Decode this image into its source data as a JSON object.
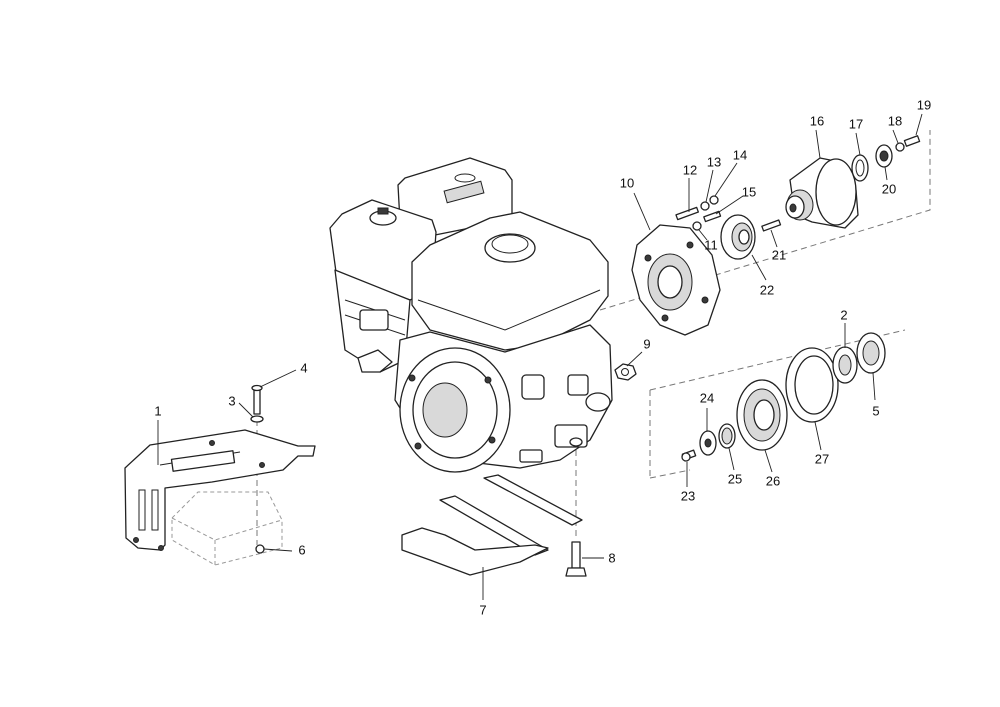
{
  "callouts": [
    {
      "id": "c1",
      "text": "1"
    },
    {
      "id": "c2",
      "text": "2"
    },
    {
      "id": "c3",
      "text": "3"
    },
    {
      "id": "c4",
      "text": "4"
    },
    {
      "id": "c5",
      "text": "5"
    },
    {
      "id": "c6",
      "text": "6"
    },
    {
      "id": "c7",
      "text": "7"
    },
    {
      "id": "c8",
      "text": "8"
    },
    {
      "id": "c9",
      "text": "9"
    },
    {
      "id": "c10",
      "text": "10"
    },
    {
      "id": "c11",
      "text": "11"
    },
    {
      "id": "c12",
      "text": "12"
    },
    {
      "id": "c13",
      "text": "13"
    },
    {
      "id": "c14",
      "text": "14"
    },
    {
      "id": "c15",
      "text": "15"
    },
    {
      "id": "c16",
      "text": "16"
    },
    {
      "id": "c17",
      "text": "17"
    },
    {
      "id": "c18",
      "text": "18"
    },
    {
      "id": "c19",
      "text": "19"
    },
    {
      "id": "c20",
      "text": "20"
    },
    {
      "id": "c21",
      "text": "21"
    },
    {
      "id": "c22",
      "text": "22"
    },
    {
      "id": "c23",
      "text": "23"
    },
    {
      "id": "c24",
      "text": "24"
    },
    {
      "id": "c25",
      "text": "25"
    },
    {
      "id": "c26",
      "text": "26"
    },
    {
      "id": "c27",
      "text": "27"
    }
  ]
}
